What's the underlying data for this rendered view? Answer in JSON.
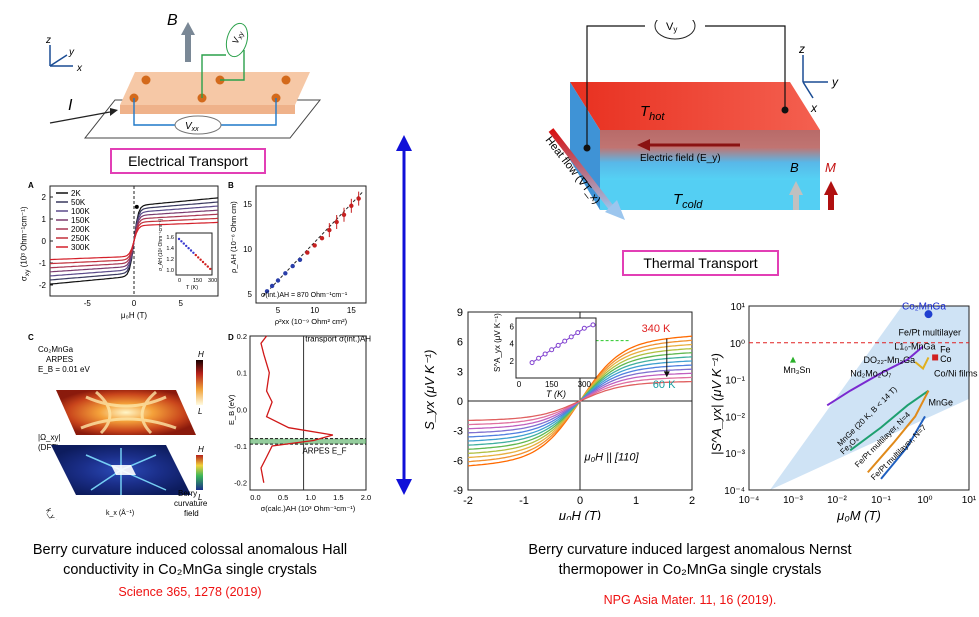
{
  "left": {
    "schematic": {
      "B": "B",
      "Vxy": "V",
      "Vxy_sub": "xy",
      "Vxx": "V",
      "Vxx_sub": "xx",
      "I": "I",
      "axis_z": "z",
      "axis_y": "y",
      "axis_x": "x"
    },
    "box_label": "Electrical Transport",
    "panelA": {
      "letter": "A",
      "ylabel": "σ",
      "ylabel_sub": "xy",
      "ylabel_rest": " (10³ Ohm⁻¹cm⁻¹)",
      "xlabel": "μ₀H (T)",
      "legend": [
        "2K",
        "50K",
        "100K",
        "150K",
        "200K",
        "250K",
        "300K"
      ],
      "legend_colors": [
        "#111111",
        "#38385e",
        "#5a4a8a",
        "#7a3b6e",
        "#a83652",
        "#c2303a",
        "#d4202a"
      ],
      "yticks": [
        "2",
        "1",
        "0",
        "-1",
        "-2"
      ],
      "xticks": [
        "-5",
        "0",
        "5"
      ],
      "inset_ylabel": "σ_AH (10³ Ohm⁻¹cm⁻¹)",
      "inset_yticks": [
        "1.6",
        "1.4",
        "1.2",
        "1.0"
      ],
      "inset_xticks": [
        "0",
        "150",
        "300"
      ],
      "inset_xlabel": "T (K)"
    },
    "panelB": {
      "letter": "B",
      "ylabel": "ρ_AH (10⁻⁶ Ohm cm)",
      "xlabel": "ρ²xx (10⁻⁹ Ohm² cm²)",
      "yticks": [
        "15",
        "10",
        "5"
      ],
      "xticks": [
        "5",
        "10",
        "15"
      ],
      "annotation": "σ(int.)AH = 870 Ohm⁻¹cm⁻¹"
    },
    "panelC": {
      "letter": "C",
      "title1": "Co₂MnGa",
      "title2": "ARPES",
      "title3": "E_B = 0.01 eV",
      "dft1": "|Ω_xy|",
      "dft2": "(DFT)",
      "H": "H",
      "L": "L",
      "berry1": "Berry",
      "berry2": "curvature",
      "berry3": "field",
      "kx": "k_x (Å⁻¹)",
      "ky": "k_y (Å⁻¹)"
    },
    "panelD": {
      "letter": "D",
      "ylabel": "E_B (eV)",
      "xlabel": "σ(calc.)AH (10³ Ohm⁻¹cm⁻¹)",
      "yticks": [
        "0.2",
        "0.1",
        "0.0",
        "-0.1",
        "-0.2"
      ],
      "xticks": [
        "0.0",
        "0.5",
        "1.0",
        "1.5",
        "2.0"
      ],
      "transport": "transport σ(int.)AH",
      "arpes": "ARPES E_F"
    },
    "caption_line1": "Berry curvature induced colossal anomalous Hall",
    "caption_line2": "conductivity in Co₂MnGa single crystals",
    "reference": "Science 365, 1278 (2019)"
  },
  "right": {
    "schematic": {
      "Vy": "V",
      "Vy_sub": "y",
      "Thot": "T",
      "Thot_sub": "hot",
      "Tcold": "T",
      "Tcold_sub": "cold",
      "electric_field": "Electric field (E_y)",
      "heat_flow": "Heat flow (∇T_x)",
      "B": "B",
      "M": "M",
      "axis_z": "z",
      "axis_y": "y",
      "axis_x": "x"
    },
    "box_label": "Thermal Transport",
    "panelE": {
      "ylabel": "S_yx (μV K⁻¹)",
      "xlabel": "μ₀H (T)",
      "yticks": [
        "9",
        "6",
        "3",
        "0",
        "-3",
        "-6",
        "-9"
      ],
      "xticks": [
        "-2",
        "-1",
        "0",
        "1",
        "2"
      ],
      "t_high": "340 K",
      "t_low": "60 K",
      "field_dir": "μ₀H || [110]",
      "inset_ylabel": "S^A_yx (μV K⁻¹)",
      "inset_yticks": [
        "6",
        "4",
        "2"
      ],
      "inset_xticks": [
        "0",
        "150",
        "300"
      ],
      "inset_xlabel": "T (K)"
    },
    "panelF": {
      "ylabel": "|S^A_yx| (μV K⁻¹)",
      "xlabel": "μ₀M (T)",
      "yticks": [
        "10¹",
        "10⁰",
        "10⁻¹",
        "10⁻²",
        "10⁻³",
        "10⁻⁴"
      ],
      "xticks": [
        "10⁻⁴",
        "10⁻³",
        "10⁻²",
        "10⁻¹",
        "10⁰",
        "10¹"
      ],
      "labels": [
        "Co₂MnGa",
        "Fe/Pt multilayer",
        "L1₀-MnGa",
        "Fe",
        "DO₂₂-Mn₃Ga",
        "Co",
        "Nd₂Mo₂O₇",
        "Co/Ni films",
        "Mn₃Sn",
        "MnGe",
        "MnGe (20 K, B < 14 T)",
        "Fe₃O₄",
        "Fe/Pt multilayer, N=4",
        "Fe/Pt multilayer, N=7"
      ]
    },
    "caption_line1": "Berry curvature induced largest anomalous Nernst",
    "caption_line2": "thermopower  in Co₂MnGa single crystals",
    "reference": "NPG Asia Mater. 11, 16 (2019)."
  },
  "chart_data": [
    {
      "type": "line",
      "title": "A",
      "xlabel": "μ₀H (T)",
      "ylabel": "σxy (10³ Ohm⁻¹cm⁻¹)",
      "xlim": [
        -9,
        9
      ],
      "ylim": [
        -2.5,
        2.5
      ],
      "series": [
        {
          "name": "2K",
          "saturation": 1.6
        },
        {
          "name": "50K",
          "saturation": 1.45
        },
        {
          "name": "100K",
          "saturation": 1.3
        },
        {
          "name": "150K",
          "saturation": 1.15
        },
        {
          "name": "200K",
          "saturation": 1.0
        },
        {
          "name": "250K",
          "saturation": 0.85
        },
        {
          "name": "300K",
          "saturation": 0.7
        }
      ]
    },
    {
      "type": "scatter",
      "title": "B",
      "xlabel": "ρ²xx (10⁻⁹ Ohm² cm²)",
      "ylabel": "ρAH (10⁻⁶ Ohm cm)",
      "x": [
        3.5,
        4.2,
        5.0,
        6.0,
        7.0,
        8.0,
        9.0,
        10.0,
        11.0,
        12.0,
        13.0,
        14.0,
        15.0,
        16.0
      ],
      "y": [
        5.3,
        5.9,
        6.5,
        7.3,
        8.1,
        8.8,
        9.6,
        10.4,
        11.2,
        12.1,
        13.0,
        13.8,
        14.8,
        15.6
      ]
    },
    {
      "type": "line",
      "title": "E",
      "xlabel": "μ₀H (T)",
      "ylabel": "Syx (μV K⁻¹)",
      "xlim": [
        -2,
        2
      ],
      "ylim": [
        -9,
        9
      ],
      "series": [
        {
          "name": "340 K",
          "saturation": 6.0
        },
        {
          "name": "60 K",
          "saturation": 1.8
        }
      ]
    },
    {
      "type": "scatter",
      "title": "E inset",
      "xlabel": "T (K)",
      "ylabel": "SAyx (μV K⁻¹)",
      "x": [
        60,
        90,
        120,
        150,
        180,
        210,
        240,
        270,
        300,
        340
      ],
      "y": [
        1.8,
        2.3,
        2.8,
        3.3,
        3.8,
        4.3,
        4.8,
        5.3,
        5.8,
        6.2
      ]
    },
    {
      "type": "scatter",
      "title": "F",
      "xlabel": "μ₀M (T)",
      "ylabel": "|SAyx| (μV K⁻¹)",
      "xscale": "log",
      "yscale": "log",
      "points": [
        {
          "name": "Co₂MnGa",
          "x": 1.2,
          "y": 6.0
        },
        {
          "name": "Mn₃Sn",
          "x": 0.001,
          "y": 0.35
        },
        {
          "name": "Co",
          "x": 1.7,
          "y": 0.4
        }
      ]
    }
  ]
}
